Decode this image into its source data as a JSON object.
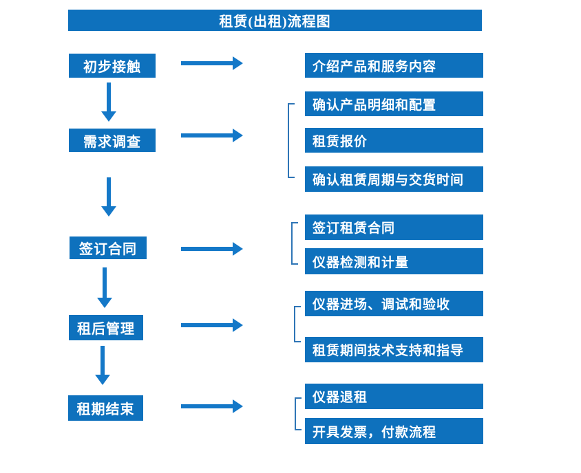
{
  "title": "租赁(出租)流程图",
  "colors": {
    "box": "#0E71BD",
    "arrow": "#1478C8",
    "bracket": "#2E75B6",
    "text": "#FFFFFF",
    "background": "#FFFFFF"
  },
  "stages": [
    {
      "label": "初步接触",
      "outputs": [
        "介绍产品和服务内容"
      ]
    },
    {
      "label": "需求调查",
      "outputs": [
        "确认产品明细和配置",
        "租赁报价",
        "确认租赁周期与交货时间"
      ]
    },
    {
      "label": "签订合同",
      "outputs": [
        "签订租赁合同",
        "仪器检测和计量"
      ]
    },
    {
      "label": "租后管理",
      "outputs": [
        "仪器进场、调试和验收",
        "租赁期间技术支持和指导"
      ]
    },
    {
      "label": "租期结束",
      "outputs": [
        "仪器退租",
        "开具发票，付款流程"
      ]
    }
  ]
}
